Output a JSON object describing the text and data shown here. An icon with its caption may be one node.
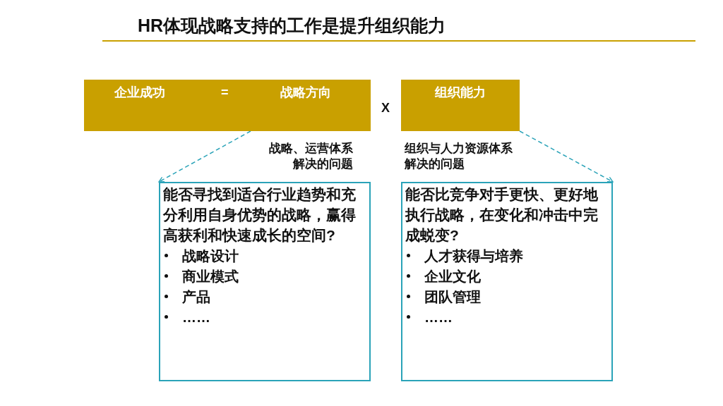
{
  "diagram": {
    "title": "HR体现战略支持的工作是提升组织能力",
    "nodes": [
      {
        "text": [
          "企业成功",
          "=",
          "战略方向"
        ]
      },
      {
        "text": [
          "组织能力"
        ]
      },
      {
        "text": [
          "能否寻找到适合行业趋势和充分利用自身优势的战略，赢得高获利和快速成长的空间?",
          "战略设计",
          "商业模式",
          "产品",
          "……"
        ],
        "beside": [
          "战略、运营体系解决的问题"
        ]
      },
      {
        "text": [
          "能否比竞争对手更快、更好地执行战略，在变化和冲击中完成蜕变?",
          "人才获得与培养",
          "企业文化",
          "团队管理",
          "……"
        ],
        "beside": [
          "组织与人力资源体系解决的问题"
        ]
      }
    ],
    "edges": [
      {
        "from": 0,
        "to": 2,
        "arrow": "to",
        "style": "dashed"
      },
      {
        "from": 1,
        "to": 3,
        "arrow": "to",
        "style": "dashed"
      }
    ],
    "labels": [
      "X"
    ]
  }
}
